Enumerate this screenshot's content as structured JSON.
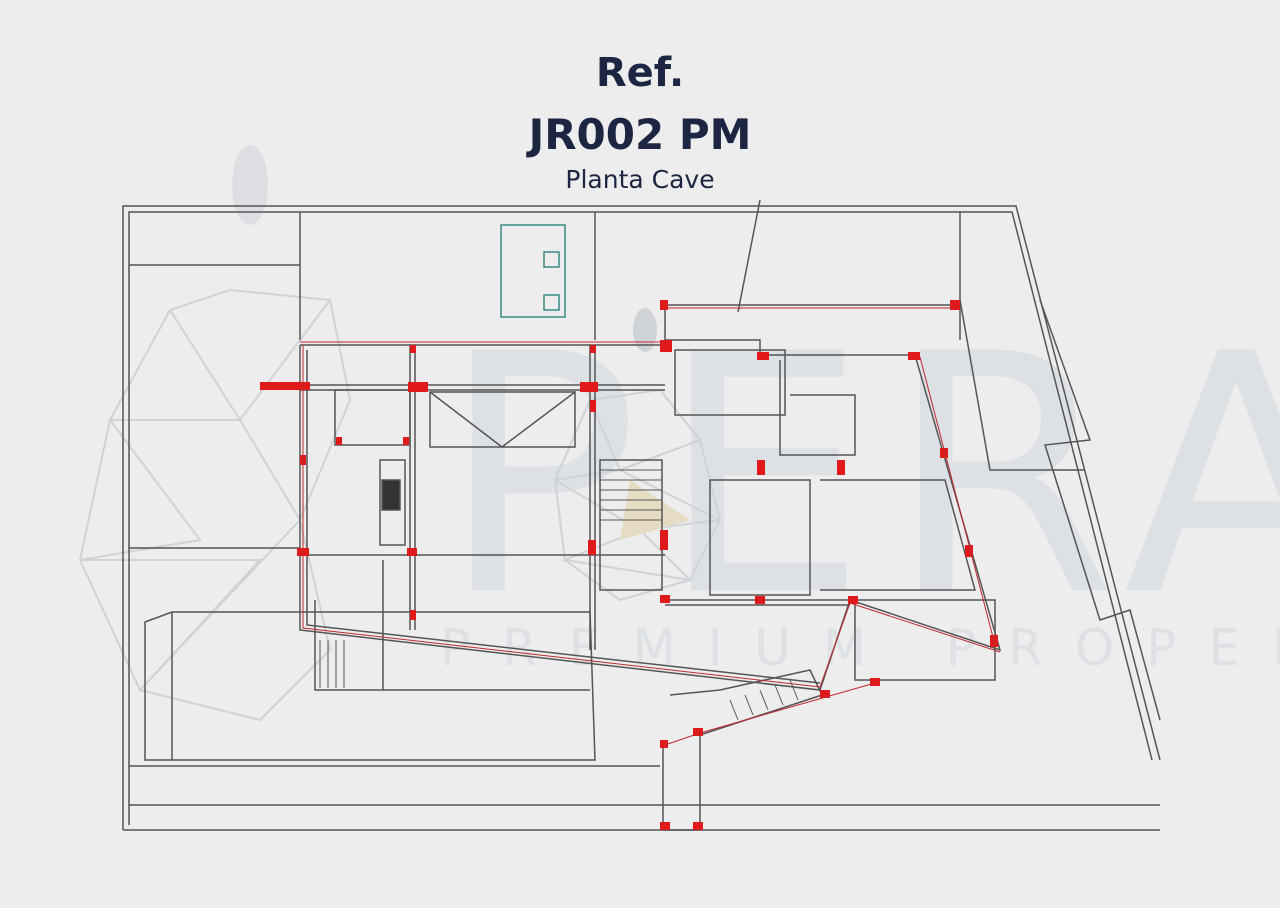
{
  "header": {
    "ref_label": "Ref.",
    "reference_code": "JR002 PM",
    "floor_name": "Planta Cave"
  },
  "watermark": {
    "brand": "PERA",
    "tagline": "PREMIUM PROPERTIES"
  },
  "colors": {
    "title": "#1c2541",
    "background": "#ededed",
    "wall_line": "#555555",
    "structure_red": "#e0191b",
    "fixture_teal": "#3a8a86"
  }
}
